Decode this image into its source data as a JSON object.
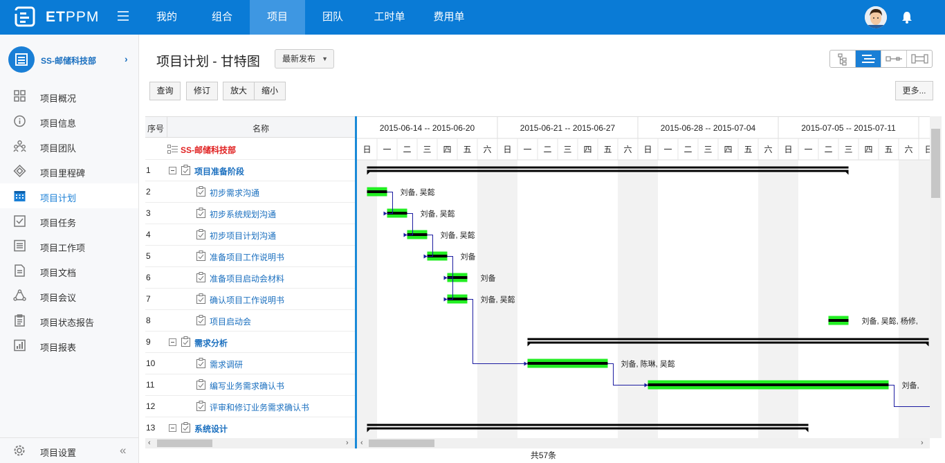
{
  "brand": {
    "bold": "ET",
    "rest": "PPM"
  },
  "nav": [
    {
      "label": "我的",
      "active": false
    },
    {
      "label": "组合",
      "active": false
    },
    {
      "label": "项目",
      "active": true
    },
    {
      "label": "团队",
      "active": false
    },
    {
      "label": "工时单",
      "active": false
    },
    {
      "label": "费用单",
      "active": false
    }
  ],
  "sidebar": {
    "project_name": "SS-邮储科技部",
    "items": [
      {
        "label": "项目概况",
        "icon": "grid-icon"
      },
      {
        "label": "项目信息",
        "icon": "info-icon"
      },
      {
        "label": "项目团队",
        "icon": "team-icon"
      },
      {
        "label": "项目里程碑",
        "icon": "milestone-icon"
      },
      {
        "label": "项目计划",
        "icon": "calendar-icon",
        "active": true
      },
      {
        "label": "项目任务",
        "icon": "task-icon"
      },
      {
        "label": "项目工作项",
        "icon": "list-icon"
      },
      {
        "label": "项目文档",
        "icon": "document-icon"
      },
      {
        "label": "项目会议",
        "icon": "meeting-icon"
      },
      {
        "label": "项目状态报告",
        "icon": "report-icon"
      },
      {
        "label": "项目报表",
        "icon": "chart-icon"
      }
    ],
    "settings_label": "项目设置"
  },
  "page": {
    "title": "项目计划 - 甘特图",
    "publish_select": "最新发布",
    "buttons": {
      "query": "查询",
      "revise": "修订",
      "zoom_in": "放大",
      "zoom_out": "缩小",
      "more": "更多..."
    }
  },
  "grid": {
    "headers": {
      "no": "序号",
      "name": "名称"
    },
    "rows": [
      {
        "no": "",
        "name": "SS-邮储科技部",
        "level": 0,
        "type": "root"
      },
      {
        "no": "1",
        "name": "项目准备阶段",
        "level": 1,
        "type": "phase"
      },
      {
        "no": "2",
        "name": "初步需求沟通",
        "level": 2,
        "type": "task"
      },
      {
        "no": "3",
        "name": "初步系统规划沟通",
        "level": 2,
        "type": "task"
      },
      {
        "no": "4",
        "name": "初步项目计划沟通",
        "level": 2,
        "type": "task"
      },
      {
        "no": "5",
        "name": "准备项目工作说明书",
        "level": 2,
        "type": "task"
      },
      {
        "no": "6",
        "name": "准备项目启动会材料",
        "level": 2,
        "type": "task"
      },
      {
        "no": "7",
        "name": "确认项目工作说明书",
        "level": 2,
        "type": "task"
      },
      {
        "no": "8",
        "name": "项目启动会",
        "level": 2,
        "type": "task"
      },
      {
        "no": "9",
        "name": "需求分析",
        "level": 1,
        "type": "phase"
      },
      {
        "no": "10",
        "name": "需求调研",
        "level": 2,
        "type": "task"
      },
      {
        "no": "11",
        "name": "编写业务需求确认书",
        "level": 2,
        "type": "task"
      },
      {
        "no": "12",
        "name": "评审和修订业务需求确认书",
        "level": 2,
        "type": "task"
      },
      {
        "no": "13",
        "name": "系统设计",
        "level": 1,
        "type": "phase"
      }
    ]
  },
  "gantt": {
    "weeks": [
      "2015-06-14 -- 2015-06-20",
      "2015-06-21 -- 2015-06-27",
      "2015-06-28 -- 2015-07-04",
      "2015-07-05 -- 2015-07-11"
    ],
    "weekdays": [
      "日",
      "一",
      "二",
      "三",
      "四",
      "五",
      "六"
    ],
    "bars": [
      {
        "row": 1,
        "start": 0.5,
        "dur": 24,
        "kind": "summary"
      },
      {
        "row": 2,
        "start": 0.5,
        "dur": 1,
        "kind": "task",
        "label": "刘备, 吴懿"
      },
      {
        "row": 3,
        "start": 1.5,
        "dur": 1,
        "kind": "task",
        "label": "刘备, 吴懿"
      },
      {
        "row": 4,
        "start": 2.5,
        "dur": 1,
        "kind": "task",
        "label": "刘备, 吴懿"
      },
      {
        "row": 5,
        "start": 3.5,
        "dur": 1,
        "kind": "task",
        "label": "刘备"
      },
      {
        "row": 6,
        "start": 4.5,
        "dur": 1,
        "kind": "task",
        "label": "刘备"
      },
      {
        "row": 7,
        "start": 4.5,
        "dur": 1,
        "kind": "task",
        "label": "刘备, 吴懿"
      },
      {
        "row": 8,
        "start": 23.5,
        "dur": 1,
        "kind": "task",
        "label": "刘备, 吴懿, 杨修,"
      },
      {
        "row": 9,
        "start": 8.5,
        "dur": 20,
        "kind": "summary"
      },
      {
        "row": 10,
        "start": 8.5,
        "dur": 4,
        "kind": "task",
        "label": "刘备, 陈琳, 吴懿"
      },
      {
        "row": 11,
        "start": 14.5,
        "dur": 12,
        "kind": "task",
        "label": "刘备,"
      },
      {
        "row": 13,
        "start": 0.5,
        "dur": 22,
        "kind": "summary"
      }
    ],
    "links": [
      [
        2,
        3
      ],
      [
        3,
        4
      ],
      [
        4,
        5
      ],
      [
        5,
        6
      ],
      [
        5,
        7
      ],
      [
        7,
        10
      ],
      [
        10,
        11
      ],
      [
        11,
        12
      ]
    ]
  },
  "footer": {
    "total": "共57条"
  },
  "colors": {
    "primary": "#0a7bd6",
    "bar_green": "#22ee22",
    "bar_core": "#000000",
    "link": "#1a1aa0",
    "weekend": "#f2f2f2"
  }
}
